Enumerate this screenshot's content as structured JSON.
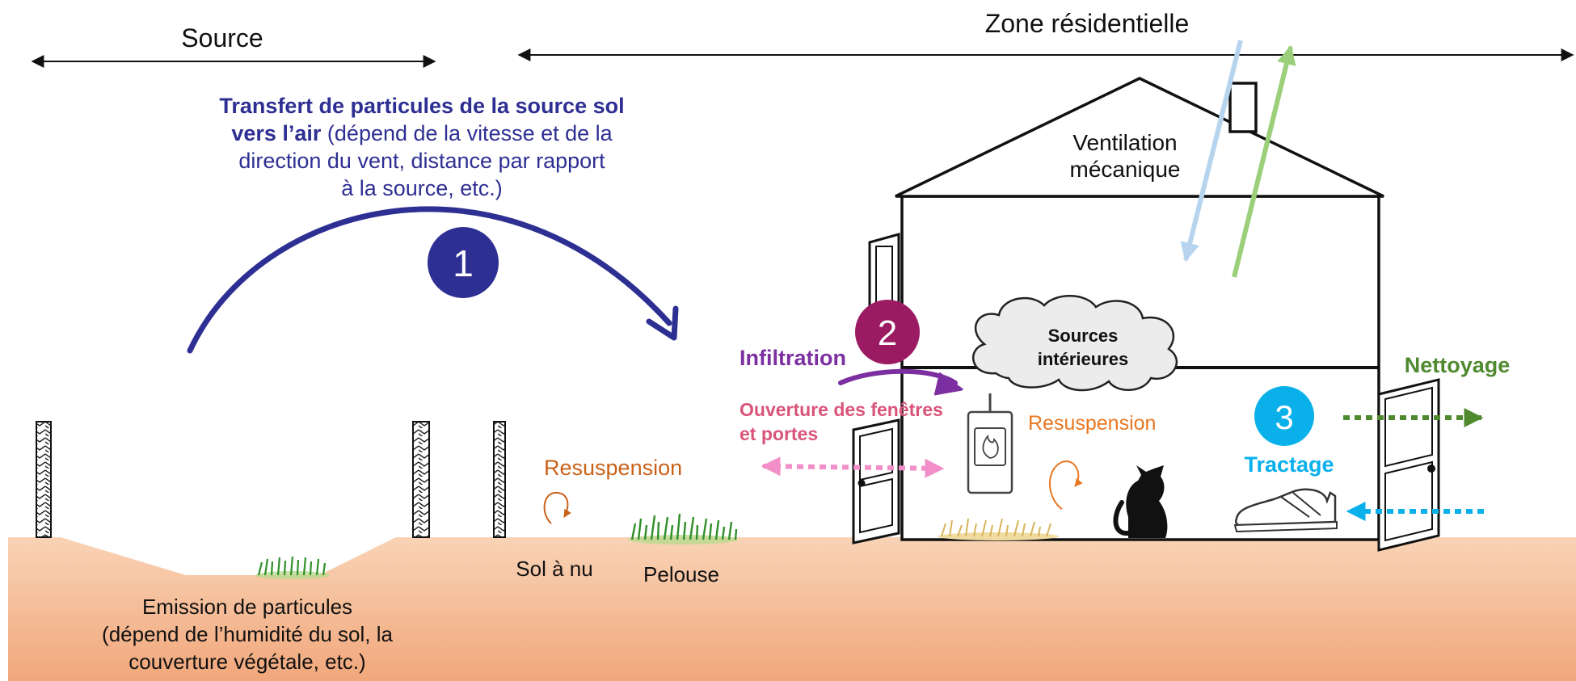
{
  "header": {
    "source_label": "Source",
    "residential_label": "Zone résidentielle"
  },
  "pathways": {
    "p1": {
      "number": "1",
      "title_bold_1": "Transfert de particules de la source sol",
      "title_bold_2": "vers l’air",
      "title_rest_2": " (dépend de la vitesse et de la",
      "line3": "direction du vent, distance par rapport",
      "line4": "à la source, etc.)"
    },
    "p2": {
      "number": "2",
      "infiltration": "Infiltration",
      "openings_1": "Ouverture des fenêtres",
      "openings_2": "et portes"
    },
    "p3": {
      "number": "3",
      "tracking": "Tractage",
      "cleaning": "Nettoyage"
    }
  },
  "house": {
    "ventilation_1": "Ventilation",
    "ventilation_2": "mécanique",
    "indoor_sources_1": "Sources",
    "indoor_sources_2": "intérieures",
    "resuspension": "Resuspension"
  },
  "ground": {
    "resuspension": "Resuspension",
    "bare_soil": "Sol à nu",
    "lawn": "Pelouse",
    "emission_1": "Emission de particules",
    "emission_2": "(dépend de l’humidité du sol, la",
    "emission_3": "couverture végétale, etc.)"
  },
  "colors": {
    "navy": "#2e2f93",
    "purple": "#7b2fa0",
    "magenta": "#9b1b63",
    "pink": "#f28fc8",
    "pink_text": "#d9547a",
    "orange": "#e87722",
    "orange_dark": "#c9621a",
    "cyan": "#0ab0ea",
    "green": "#4f8a2f",
    "light_blue": "#b7d4ee",
    "light_green": "#9ccf7a",
    "soil_top": "#f9d3b6",
    "soil_bottom": "#f1a77b"
  },
  "icons": [
    "double-arrow-icon",
    "fence-post-icon",
    "grass-icon",
    "house-icon",
    "door-icon",
    "window-icon",
    "stove-icon",
    "cat-icon",
    "shoe-icon",
    "cloud-icon",
    "resuspension-swirl-icon"
  ]
}
